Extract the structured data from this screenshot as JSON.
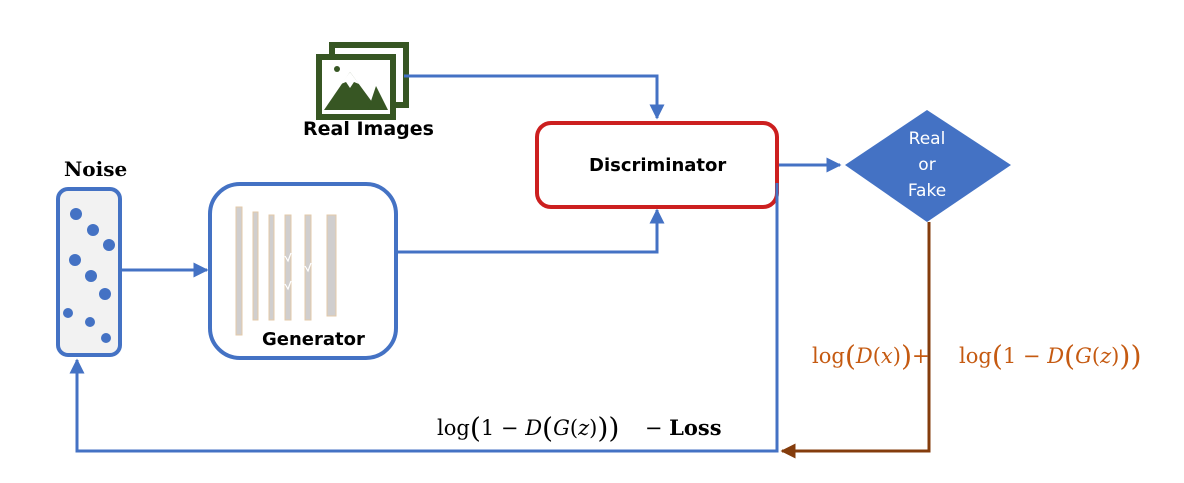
{
  "diagram": {
    "title": "GAN architecture",
    "colors": {
      "flow_blue": "#4472C4",
      "discriminator_border": "#CC1F1F",
      "image_icon_green": "#375623",
      "layer_fill": "#D0CECE",
      "layer_border": "#E3C9A8",
      "loss_brown": "#843C0C",
      "formula_orange": "#C55A11",
      "noise_fill": "#F2F2F2"
    },
    "nodes": {
      "real_images": {
        "label": "Real Images",
        "icon": "image-stack-icon"
      },
      "noise": {
        "label": "Noise",
        "dot_count": 9
      },
      "generator": {
        "label": "Generator",
        "layer_count": 6
      },
      "discriminator": {
        "label": "Discriminator"
      },
      "decision": {
        "line1": "Real",
        "line2": "or",
        "line3": "Fake"
      }
    },
    "formulas": {
      "discriminator_loss": {
        "part1_prefix": "log",
        "part1_fn": "D",
        "part1_arg": "x",
        "plus": "+",
        "part2_prefix": "log",
        "part2_one": "1 − ",
        "part2_fn_d": "D",
        "part2_fn_g": "G",
        "part2_arg": "z"
      },
      "generator_loss": {
        "prefix": "log",
        "one": "1 − ",
        "fn_d": "D",
        "fn_g": "G",
        "arg": "z",
        "dash": "− ",
        "suffix": "Loss"
      }
    },
    "edges": [
      {
        "from": "real_images",
        "to": "discriminator"
      },
      {
        "from": "noise",
        "to": "generator"
      },
      {
        "from": "generator",
        "to": "discriminator"
      },
      {
        "from": "discriminator",
        "to": "decision"
      },
      {
        "from": "decision",
        "to": "loss_junction",
        "label": "discriminator_loss"
      },
      {
        "from": "discriminator",
        "to": "noise",
        "label": "generator_loss"
      }
    ]
  }
}
